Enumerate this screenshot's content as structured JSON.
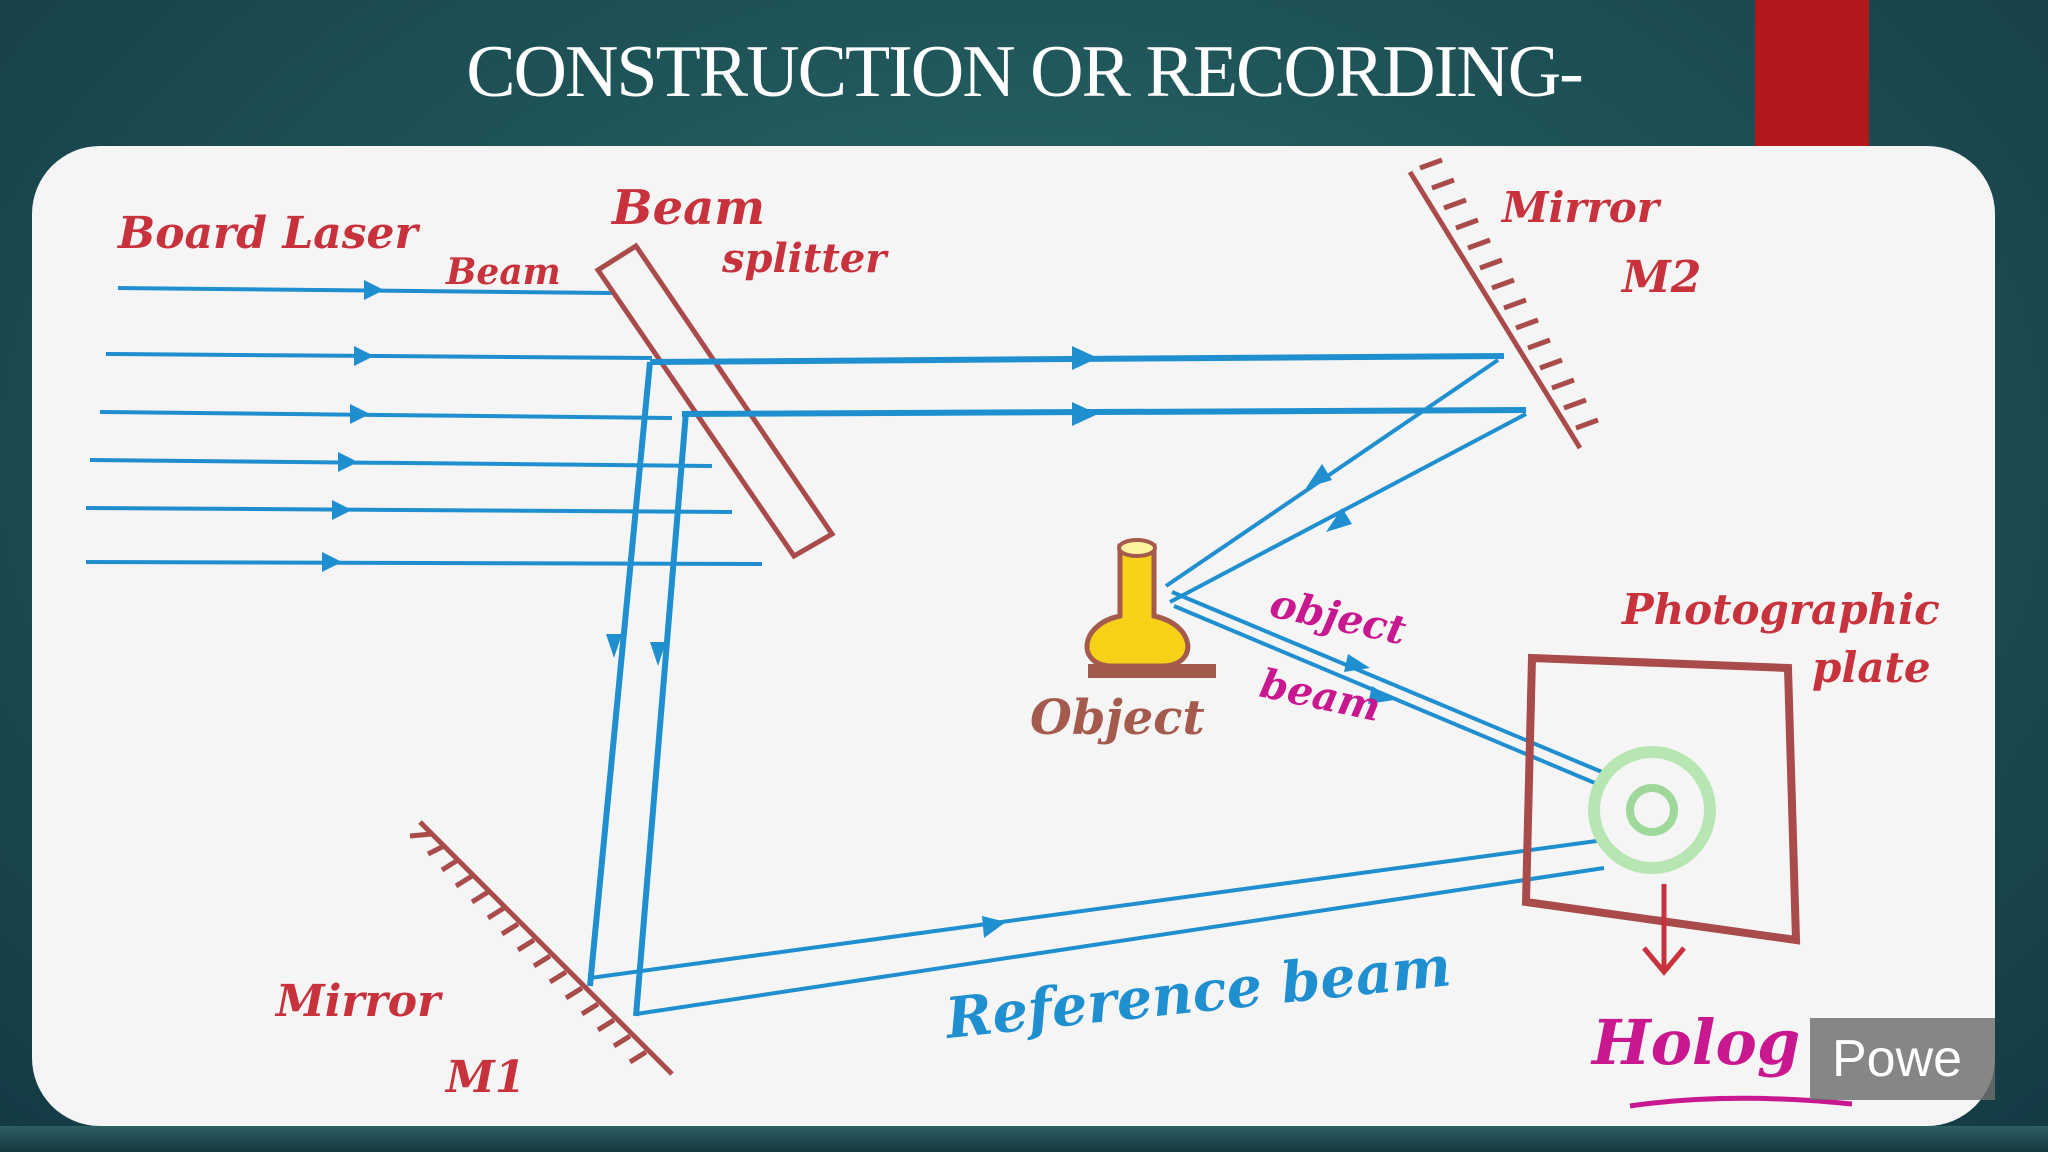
{
  "slide": {
    "title": "CONSTRUCTION OR RECORDING-"
  },
  "diagram": {
    "labels": {
      "laser": "Board Laser",
      "laser_beam": "Beam",
      "splitter_line1": "Beam",
      "splitter_line2": "splitter",
      "mirror2_line1": "Mirror",
      "mirror2_line2": "M2",
      "mirror1_line1": "Mirror",
      "mirror1_line2": "M1",
      "object": "Object",
      "object_beam_line1": "object",
      "object_beam_line2": "beam",
      "plate_line1": "Photographic",
      "plate_line2": "plate",
      "reference_beam": "Reference beam",
      "hologram": "Holog"
    },
    "colors": {
      "beam": "#1f8fd0",
      "label_red": "#c7323c",
      "label_magenta": "#c8178f",
      "label_brown": "#a45a4c",
      "splitter": "#a94b4b",
      "plate": "#a94b4b",
      "object_fill": "#f7d117",
      "hologram_ring": "#9ed89a"
    }
  },
  "watermark": {
    "text": "Powe"
  }
}
